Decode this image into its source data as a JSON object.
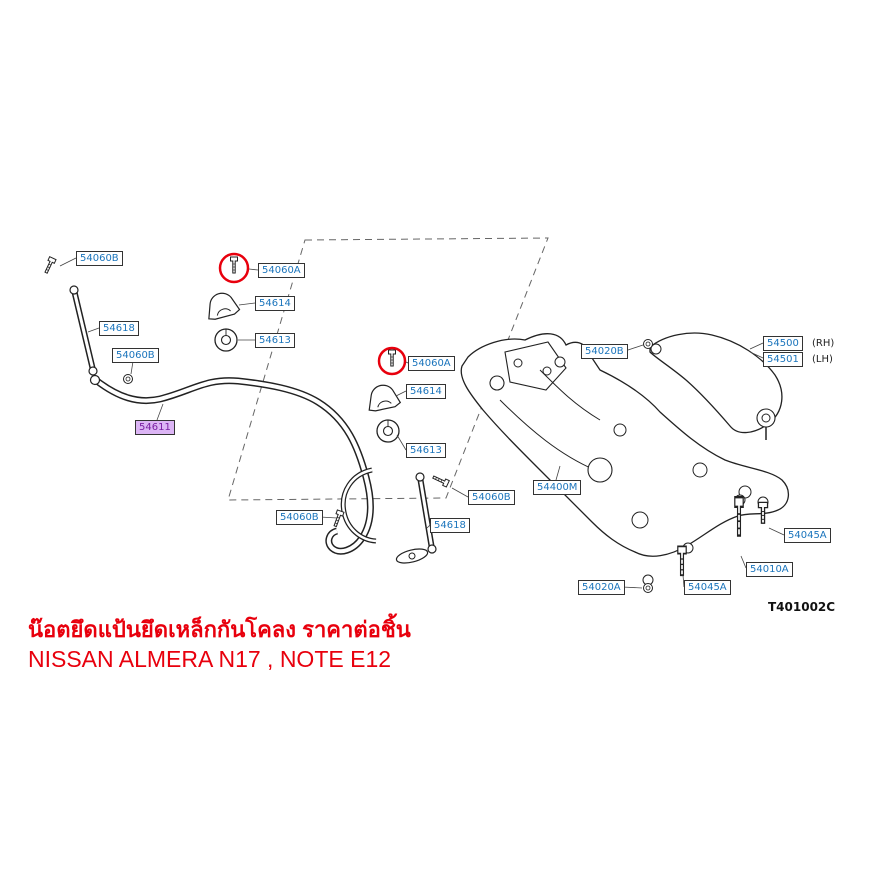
{
  "diagram": {
    "ref_code": "T401002C",
    "rh": "(RH)",
    "lh": "(LH)",
    "labels": [
      "54060B",
      "54618",
      "54060B",
      "54611",
      "54060A",
      "54614",
      "54613",
      "54060A",
      "54614",
      "54613",
      "54400M",
      "54020B",
      "54500",
      "54501",
      "54060B",
      "54060B",
      "54618",
      "54045A",
      "54010A",
      "54045A",
      "54020A"
    ]
  },
  "caption": {
    "line1": "น๊อตยึดแป้นยึดเหล็กกันโคลง ราคาต่อชิ้น",
    "line2": "NISSAN ALMERA  N17 , NOTE E12"
  },
  "colors": {
    "label_text": "#1a74bc",
    "label_border": "#333333",
    "highlight_label_bg": "#dcb5f5",
    "highlight_label_text": "#7a1fa2",
    "highlight_circle": "#e8000d",
    "caption_red": "#e8000d",
    "line_art": "#222222"
  }
}
